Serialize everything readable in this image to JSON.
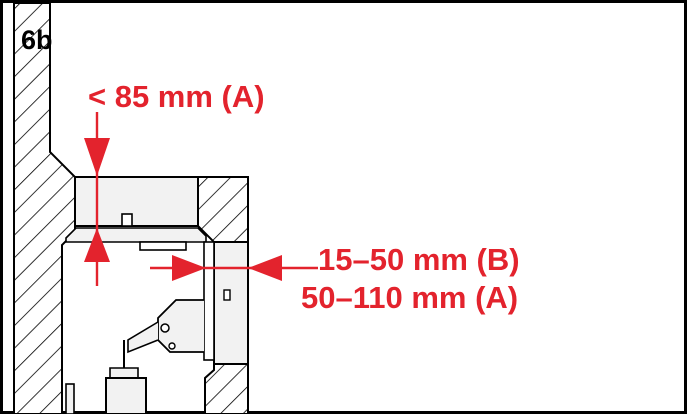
{
  "step_label": "6b",
  "dimensions": {
    "vertical_clearance": "< 85 mm (A)",
    "side_gap_b": "15–50 mm (B)",
    "side_gap_a": "50–110 mm (A)"
  },
  "colors": {
    "dimension": "#e3232d",
    "line": "#000000",
    "background": "#ffffff",
    "panel": "#f2f2f2"
  }
}
